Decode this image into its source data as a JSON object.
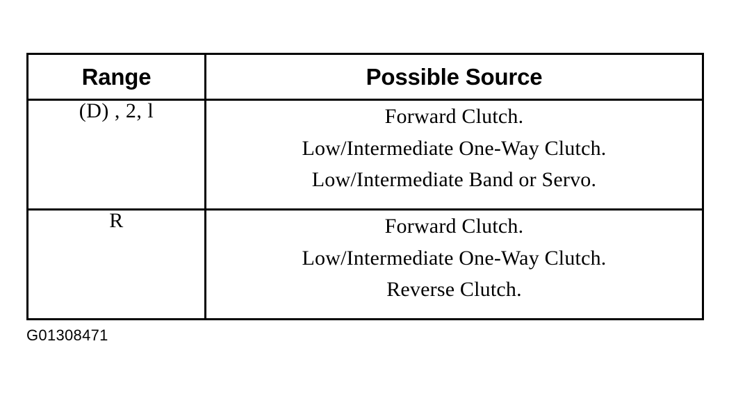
{
  "figure": {
    "caption": "G01308471"
  },
  "table": {
    "headers": {
      "range": "Range",
      "source": "Possible Source"
    },
    "rows": [
      {
        "range": "(D) , 2, l",
        "source_lines": [
          "Forward Clutch.",
          "Low/Intermediate One-Way Clutch.",
          "Low/Intermediate Band or Servo."
        ]
      },
      {
        "range": "R",
        "source_lines": [
          "Forward Clutch.",
          "Low/Intermediate One-Way Clutch.",
          "Reverse Clutch."
        ]
      }
    ]
  },
  "colors": {
    "background": "#ffffff",
    "ink": "#000000",
    "border": "#000000"
  }
}
